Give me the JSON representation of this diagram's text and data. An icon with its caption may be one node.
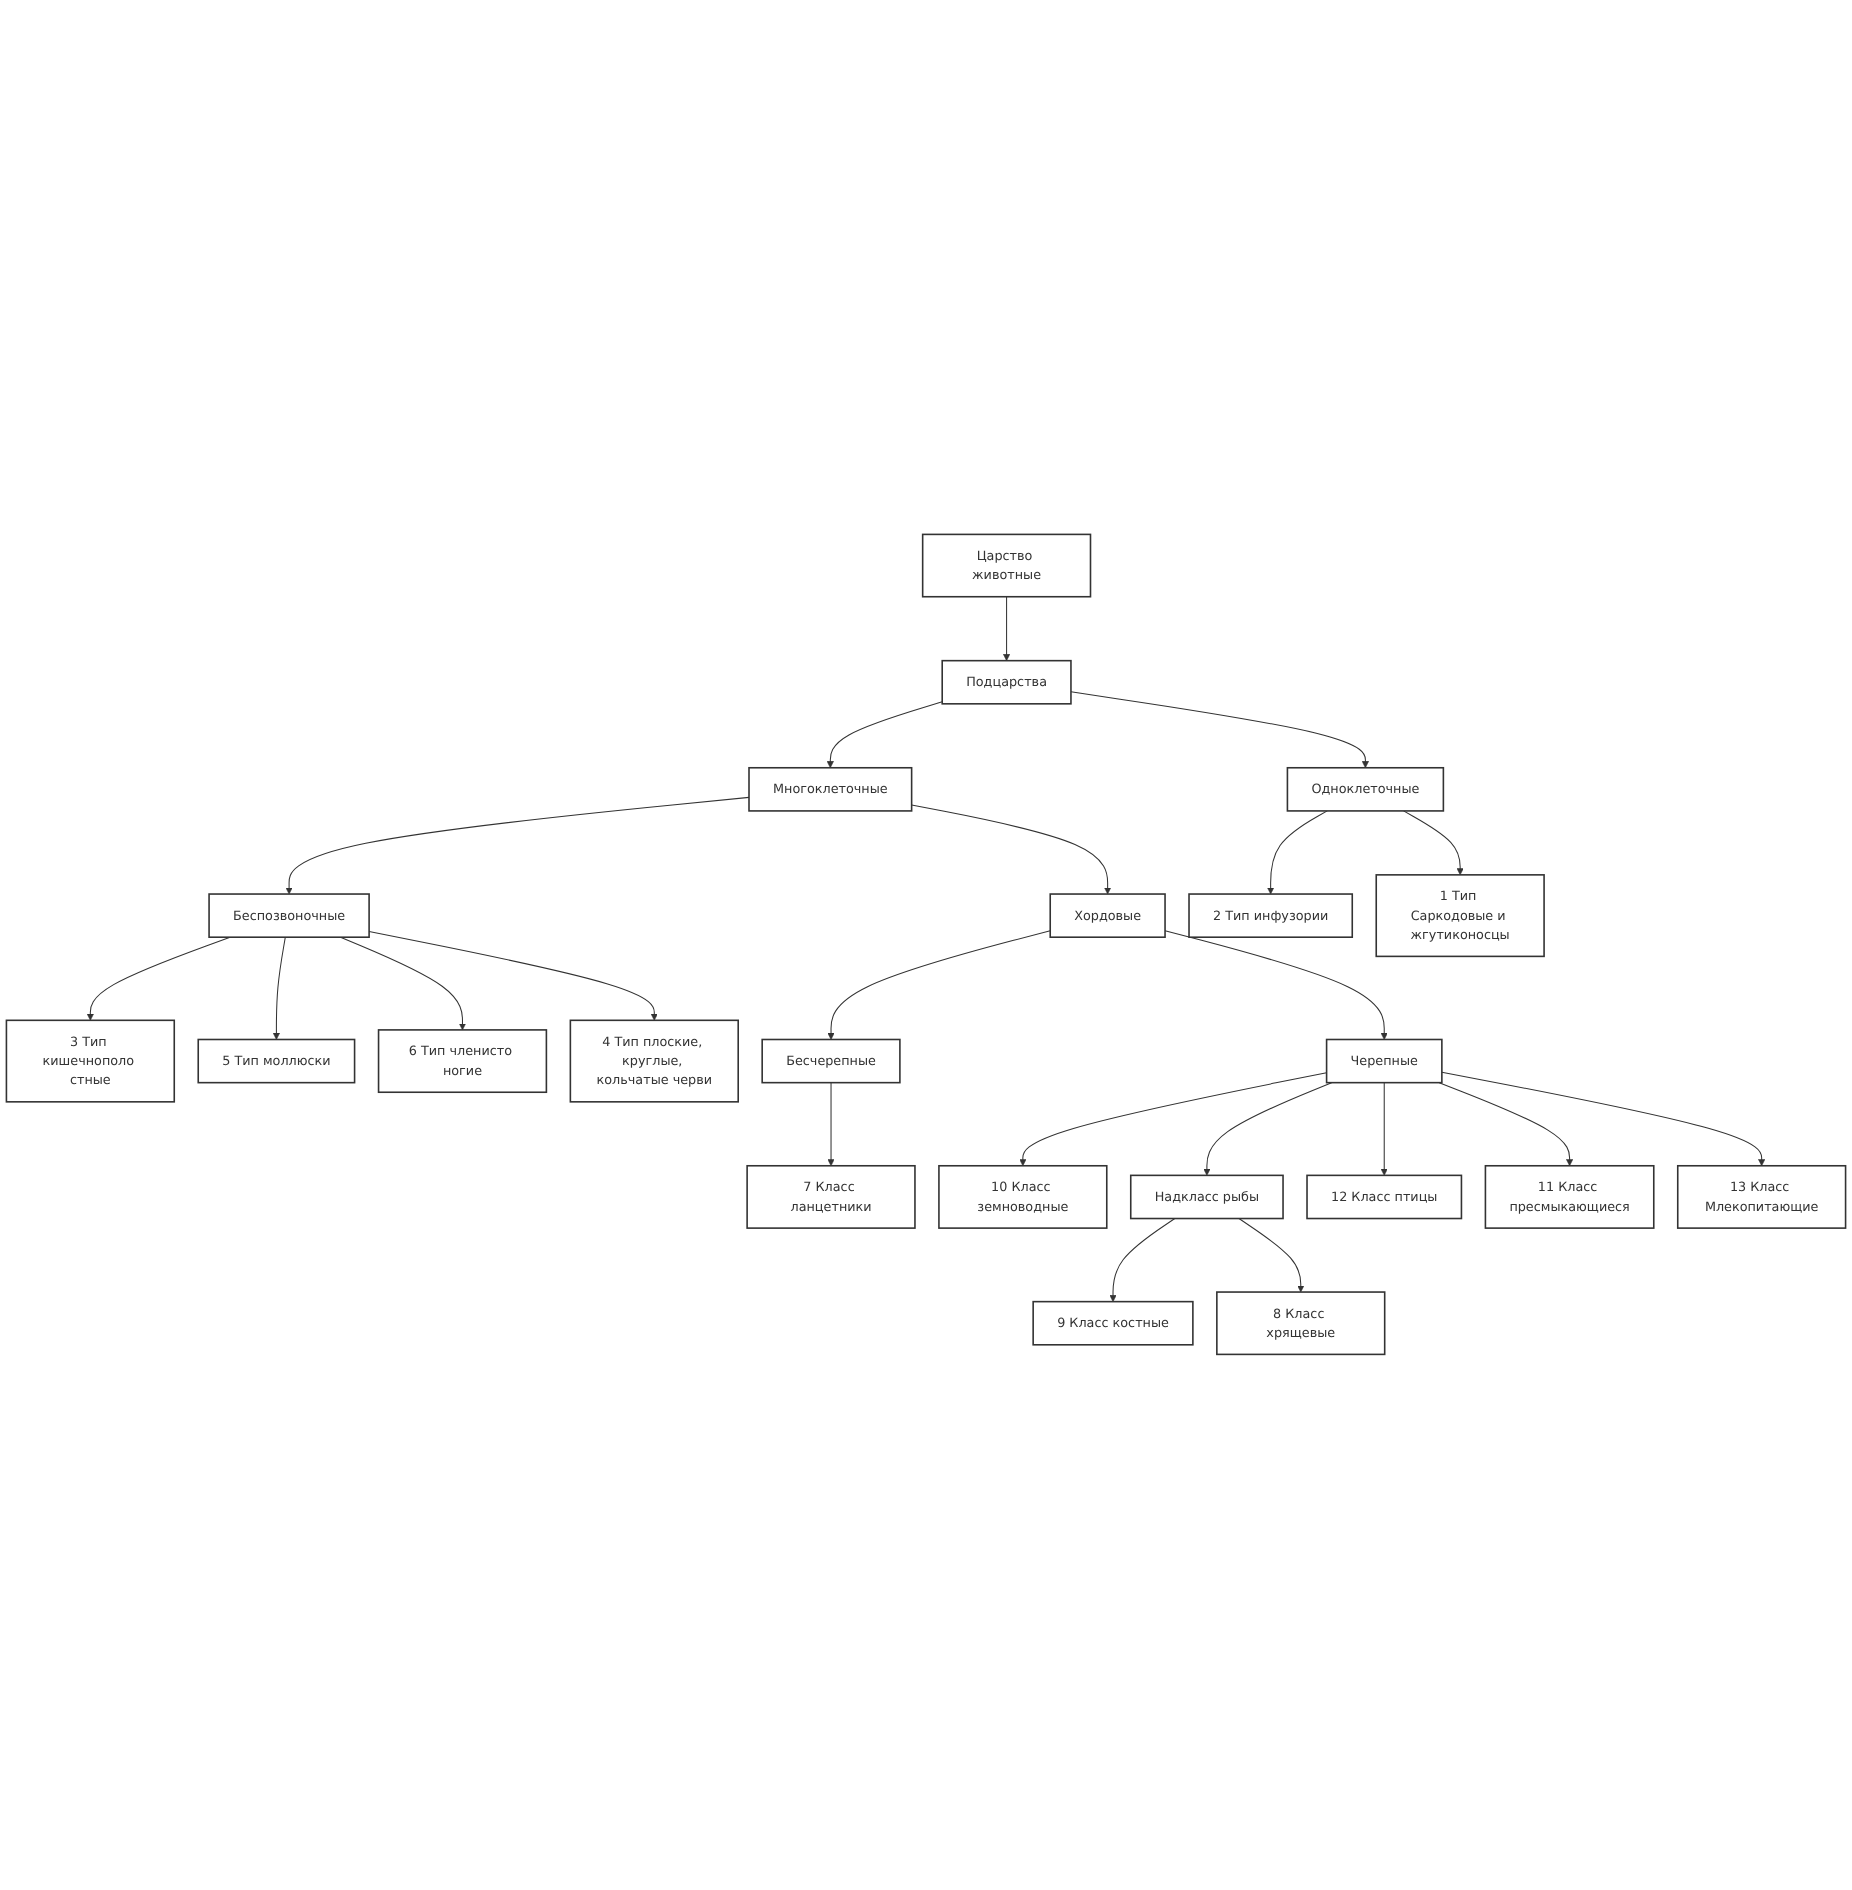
{
  "diagram": {
    "nodes": [
      {
        "text": [
          "Царство животные"
        ]
      },
      {
        "text": [
          "Подцарства"
        ]
      },
      {
        "text": [
          "Многоклеточные"
        ]
      },
      {
        "text": [
          "Одноклеточные"
        ]
      },
      {
        "text": [
          "Беспозвоночные"
        ]
      },
      {
        "text": [
          "Хордовые"
        ]
      },
      {
        "text": [
          "2 Тип инфузории"
        ]
      },
      {
        "text": [
          "1 Тип Саркодовые и жгутиконосцы"
        ]
      },
      {
        "text": [
          "3 Тип кишечнополо стные"
        ]
      },
      {
        "text": [
          "5 Тип моллюски"
        ]
      },
      {
        "text": [
          "Бесчерепные"
        ]
      },
      {
        "text": [
          "6 Тип членисто ногие"
        ]
      },
      {
        "text": [
          "4 Тип плоские, круглые, кольчатые черви"
        ]
      },
      {
        "text": [
          "7 Класс ланцетники"
        ]
      },
      {
        "text": [
          "Черепные"
        ]
      },
      {
        "text": [
          "10 Класс земноводные"
        ]
      },
      {
        "text": [
          "Надкласс рыбы"
        ]
      },
      {
        "text": [
          "12 Класс птицы"
        ]
      },
      {
        "text": [
          "11 Класс пресмыкающиеся"
        ]
      },
      {
        "text": [
          "13 Класс Млекопитающие"
        ]
      },
      {
        "text": [
          "9 Класс костные"
        ]
      },
      {
        "text": [
          "8 Класс хрящевые"
        ]
      }
    ],
    "edges": [
      {
        "from": 0,
        "to": 1,
        "arrow": "to"
      },
      {
        "from": 1,
        "to": 2,
        "arrow": "to"
      },
      {
        "from": 1,
        "to": 3,
        "arrow": "to"
      },
      {
        "from": 2,
        "to": 4,
        "arrow": "to"
      },
      {
        "from": 2,
        "to": 5,
        "arrow": "to"
      },
      {
        "from": 3,
        "to": 6,
        "arrow": "to"
      },
      {
        "from": 3,
        "to": 7,
        "arrow": "to"
      },
      {
        "from": 4,
        "to": 8,
        "arrow": "to"
      },
      {
        "from": 4,
        "to": 9,
        "arrow": "to"
      },
      {
        "from": 4,
        "to": 11,
        "arrow": "to"
      },
      {
        "from": 4,
        "to": 12,
        "arrow": "to"
      },
      {
        "from": 5,
        "to": 10,
        "arrow": "to"
      },
      {
        "from": 5,
        "to": 14,
        "arrow": "to"
      },
      {
        "from": 10,
        "to": 13,
        "arrow": "to"
      },
      {
        "from": 14,
        "to": 15,
        "arrow": "to"
      },
      {
        "from": 14,
        "to": 16,
        "arrow": "to"
      },
      {
        "from": 14,
        "to": 17,
        "arrow": "to"
      },
      {
        "from": 14,
        "to": 18,
        "arrow": "to"
      },
      {
        "from": 14,
        "to": 19,
        "arrow": "to"
      },
      {
        "from": 16,
        "to": 20,
        "arrow": "to"
      },
      {
        "from": 16,
        "to": 21,
        "arrow": "to"
      }
    ]
  }
}
